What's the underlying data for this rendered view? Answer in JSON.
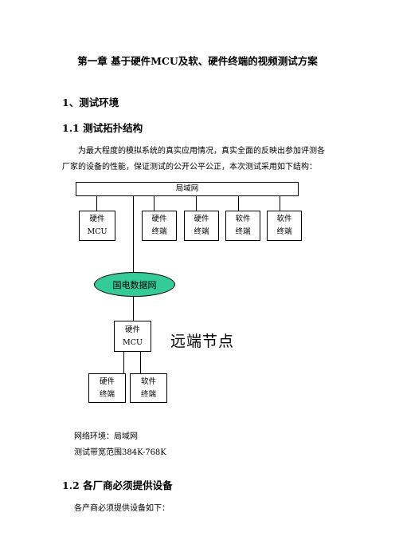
{
  "document": {
    "chapter_title": "第一章  基于硬件MCU及软、硬件终端的视频测试方案",
    "section1": "1、测试环境",
    "section1_1": "1.1 测试拓扑结构",
    "intro": "为最大程度的模拟系统的真实应用情况，真实全面的反映出参加评测各厂家的设备的性能，保证测试的公开公平公正，本次测试采用如下结构：",
    "network_env": "网络环境：局域网",
    "bandwidth": "测试带宽范围384K-768K",
    "section1_2": "1.2 各厂商必须提供设备",
    "equipment_intro": "各产商必须提供设备如下："
  },
  "diagram": {
    "lan_label": "局域网",
    "top_row": [
      {
        "line1": "硬件",
        "line2": "MCU"
      },
      {
        "line1": "硬件",
        "line2": "终端"
      },
      {
        "line1": "硬件",
        "line2": "终端"
      },
      {
        "line1": "软件",
        "line2": "终端"
      },
      {
        "line1": "软件",
        "line2": "终端"
      }
    ],
    "wan_label": "国电数据网",
    "remote_mcu": {
      "line1": "硬件",
      "line2": "MCU"
    },
    "remote_terminals": [
      {
        "line1": "硬件",
        "line2": "终端"
      },
      {
        "line1": "软件",
        "line2": "终端"
      }
    ],
    "remote_label": "远端节点",
    "wan_color": "#33cc99"
  }
}
